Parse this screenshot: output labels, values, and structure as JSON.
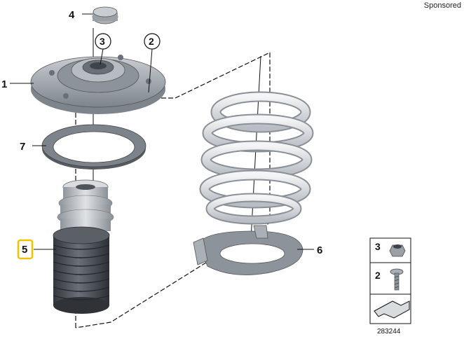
{
  "header": {
    "sponsored": "Sponsored"
  },
  "callouts": {
    "top_cap": "4",
    "nut_circle": "3",
    "mount_circle": "2",
    "support_bearing": "1",
    "spacer_ring": "7",
    "bump_stop": "5",
    "spring_pad": "6"
  },
  "legend": {
    "nut_label": "3",
    "bolt_label": "2"
  },
  "catalog_number": "283244",
  "colors": {
    "highlight": "#f2c200",
    "line": "#111111",
    "part_grey": "#9aa0a6",
    "part_dark": "#4a4f55"
  }
}
